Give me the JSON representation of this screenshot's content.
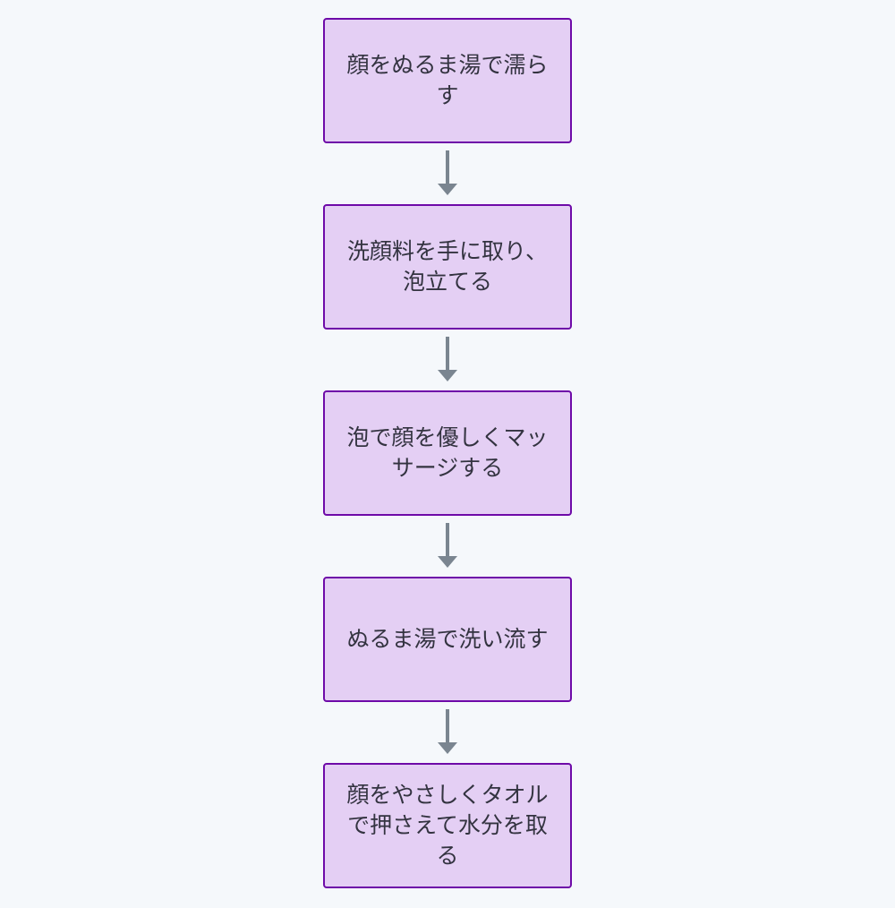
{
  "flowchart": {
    "steps": [
      {
        "text": "顔をぬるま湯で濡ら\nす"
      },
      {
        "text": "洗顔料を手に取り、\n泡立てる"
      },
      {
        "text": "泡で顔を優しくマッ\nサージする"
      },
      {
        "text": "ぬるま湯で洗い流す"
      },
      {
        "text": "顔をやさしくタオル\nで押さえて水分を取\nる"
      }
    ]
  },
  "colors": {
    "background": "#f5f8fb",
    "node_fill": "#e4cff4",
    "node_border": "#6e0aa8",
    "arrow": "#7a8590",
    "text": "#333340"
  }
}
